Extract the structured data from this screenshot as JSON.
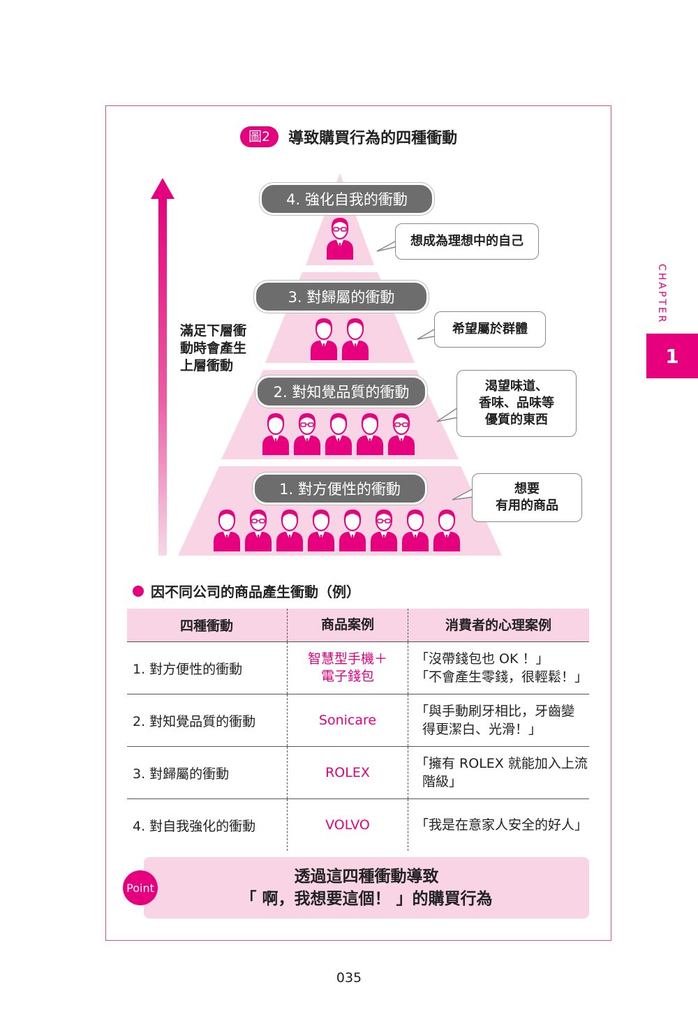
{
  "figure": {
    "badge": "圖2",
    "title": "導致購買行為的四種衝動"
  },
  "arrow_note": [
    "滿足下層衝",
    "動時會產生",
    "上層衝動"
  ],
  "levels": [
    {
      "label": "4. 強化自我的衝動",
      "bubble": [
        "想成為理想中的自己"
      ]
    },
    {
      "label": "3. 對歸屬的衝動",
      "bubble": [
        "希望屬於群體"
      ]
    },
    {
      "label": "2. 對知覺品質的衝動",
      "bubble": [
        "渴望味道、",
        "香味、品味等",
        "優質的東西"
      ]
    },
    {
      "label": "1. 對方便性的衝動",
      "bubble": [
        "想要",
        "有用的商品"
      ]
    }
  ],
  "section_title": "因不同公司的商品產生衝動（例）",
  "table": {
    "headers": [
      "四種衝動",
      "商品案例",
      "消費者的心理案例"
    ],
    "rows": [
      {
        "impulse": "1. 對方便性的衝動",
        "product": [
          "智慧型手機＋",
          "電子錢包"
        ],
        "psychology": [
          "「沒帶錢包也 OK ！」",
          "「不會產生零錢，很輕鬆！」"
        ]
      },
      {
        "impulse": "2. 對知覺品質的衝動",
        "product": [
          "Sonicare"
        ],
        "psychology": [
          "「與手動刷牙相比，牙齒變",
          "得更潔白、光滑！」"
        ]
      },
      {
        "impulse": "3. 對歸屬的衝動",
        "product": [
          "ROLEX"
        ],
        "psychology": [
          "「擁有 ROLEX 就能加入上流",
          "階級」"
        ]
      },
      {
        "impulse": "4. 對自我強化的衝動",
        "product": [
          "VOLVO"
        ],
        "psychology": [
          "「我是在意家人安全的好人」"
        ]
      }
    ]
  },
  "point": {
    "badge": "Point",
    "lines": [
      "透過這四種衝動導致",
      "「 啊，我想要這個！ 」的購買行為"
    ]
  },
  "side": {
    "chapter": "CHAPTER",
    "number": "1"
  },
  "page_number": "035",
  "colors": {
    "accent": "#e6007e",
    "pink_light": "#f8d4e5",
    "pill": "#6d6d6d"
  }
}
